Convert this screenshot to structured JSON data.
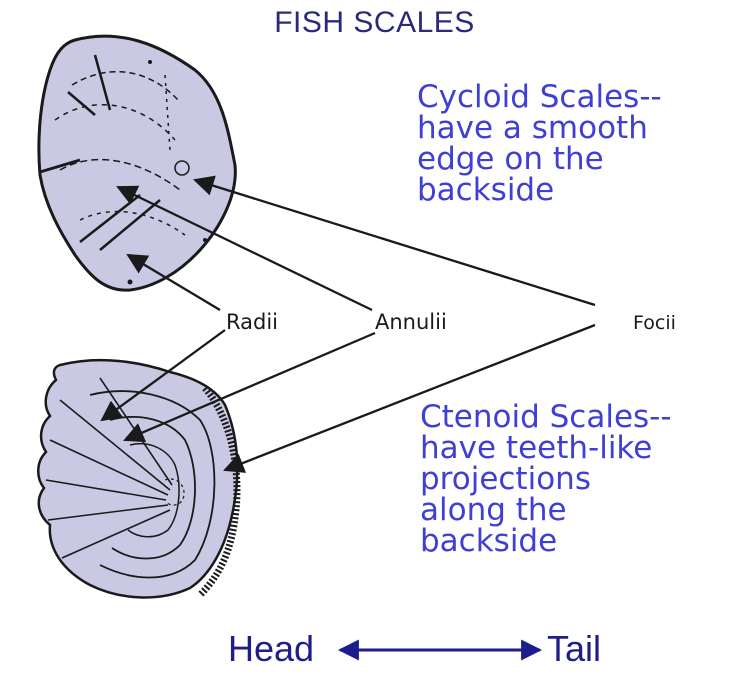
{
  "title": "FISH SCALES",
  "cycloid_text": "Cycloid Scales--\nhave a smooth\nedge on the\nbackside",
  "ctenoid_text": "Ctenoid Scales--\nhave teeth-like\nprojections\nalong the\nbackside",
  "labels": {
    "radii": "Radii",
    "annulii": "Annulii",
    "focii": "Focii"
  },
  "direction": {
    "head": "Head",
    "tail": "Tail"
  },
  "colors": {
    "scale_fill": "#c9c9e3",
    "outline": "#1a1a1a",
    "text_blue": "#3f3fd6",
    "title": "#2a2a7a"
  }
}
